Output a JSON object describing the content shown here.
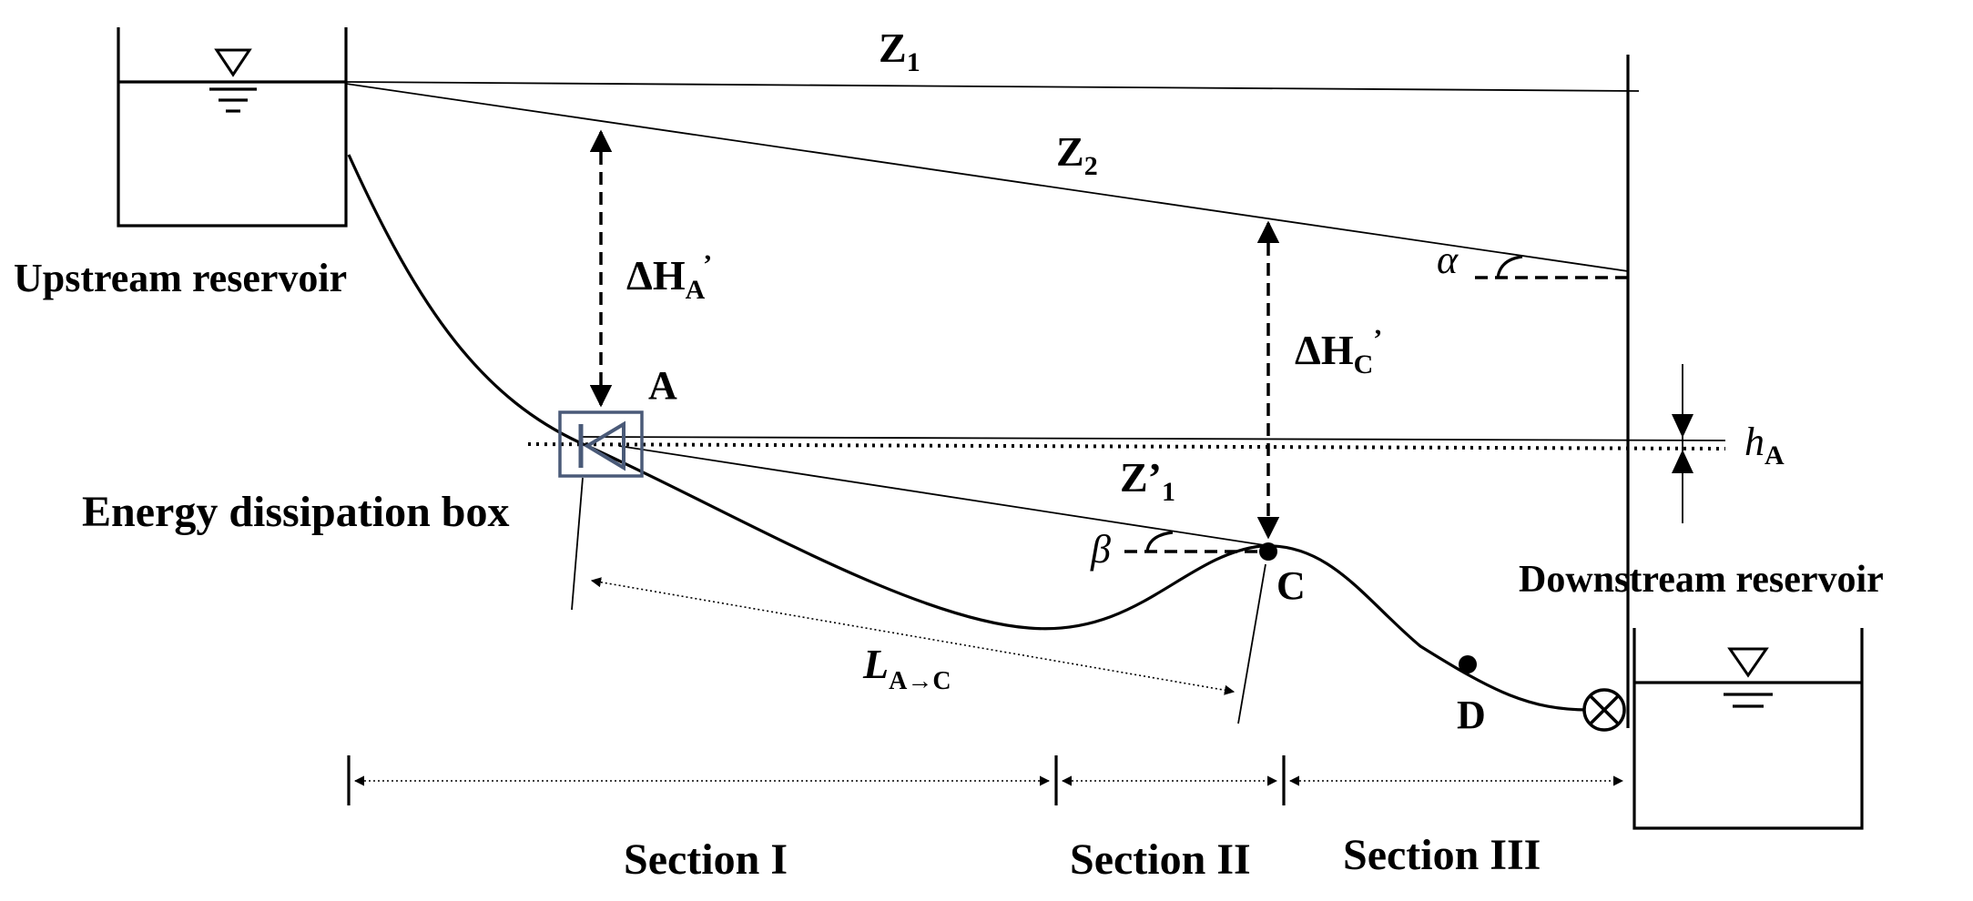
{
  "diagram": {
    "upstream_label": "Upstream reservoir",
    "downstream_label": "Downstream reservoir",
    "box_label": "Energy dissipation box",
    "z1": {
      "main": "Z",
      "sub": "1"
    },
    "z2": {
      "main": "Z",
      "sub": "2"
    },
    "z1_prime": {
      "main": "Z’",
      "sub": "1"
    },
    "dha": {
      "main": "ΔH",
      "sub": "A",
      "prime": "’"
    },
    "dhc": {
      "main": "ΔH",
      "sub": "C",
      "prime": "’"
    },
    "ha": {
      "main": "h",
      "sub": "A"
    },
    "point_a": "A",
    "point_c": "C",
    "point_d": "D",
    "alpha": "α",
    "beta": "β",
    "length": {
      "main": "L",
      "sub": "A→C"
    },
    "sections": [
      "Section I",
      "Section II",
      "Section III"
    ]
  }
}
